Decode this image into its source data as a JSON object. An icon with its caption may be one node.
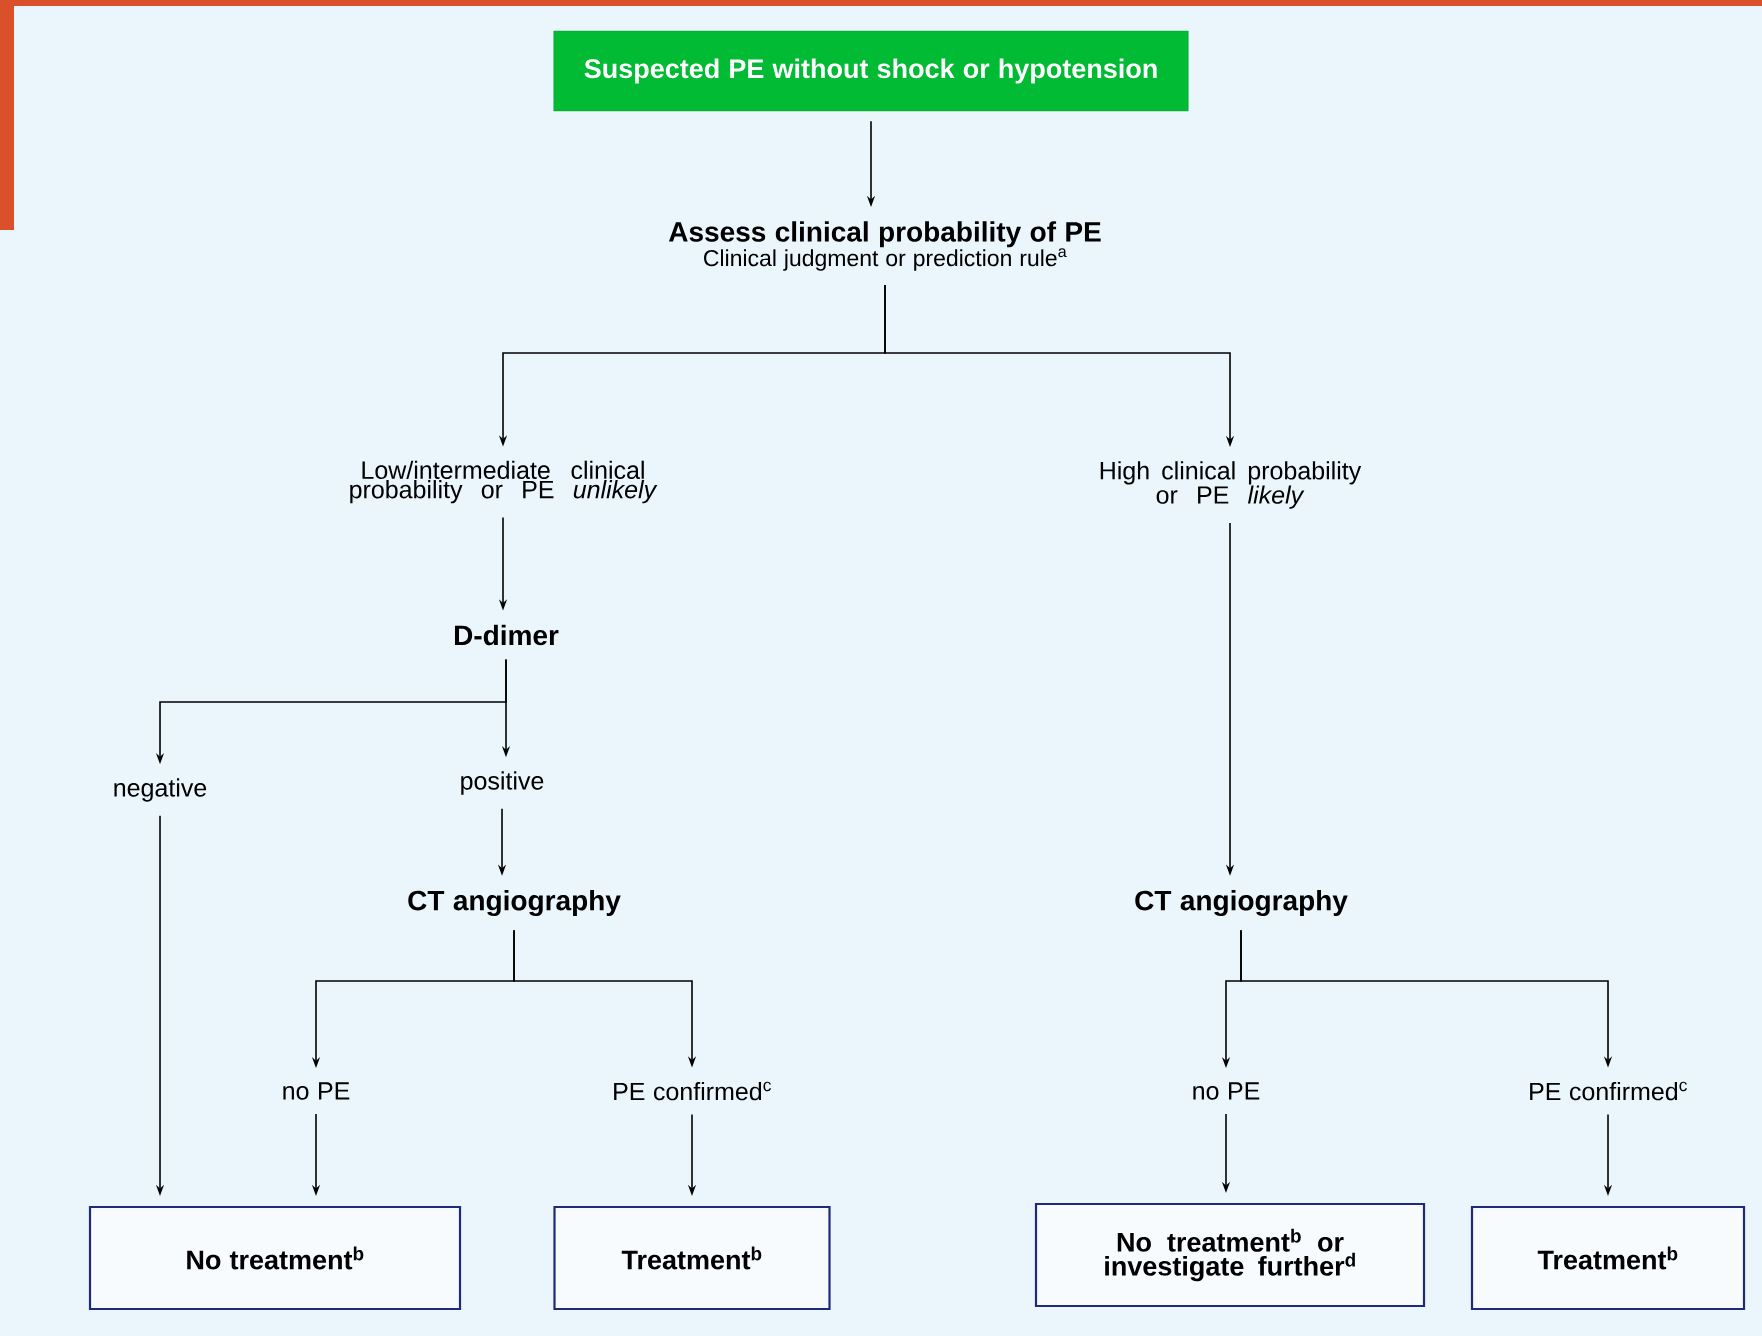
{
  "diagram": {
    "nodes": [
      {
        "text": [
          "Suspected PE without shock or hypotension"
        ]
      },
      {
        "text": [
          "Assess clinical probability of PE",
          "Clinical judgment or prediction rule$^{a}$"
        ]
      },
      {
        "text": [
          "Low/intermediate clinical probability or PE *unlikely*"
        ]
      },
      {
        "text": [
          "High clinical probability or PE *likely*"
        ]
      },
      {
        "text": [
          "D-dimer"
        ]
      },
      {
        "text": [
          "negative"
        ]
      },
      {
        "text": [
          "positive"
        ]
      },
      {
        "text": [
          "CT angiography"
        ]
      },
      {
        "text": [
          "CT angiography"
        ]
      },
      {
        "text": [
          "no PE"
        ]
      },
      {
        "text": [
          "PE confirmed$^{c}$"
        ]
      },
      {
        "text": [
          "no PE"
        ]
      },
      {
        "text": [
          "PE confirmed$^{c}$"
        ]
      },
      {
        "text": [
          "No treatment$^{b}$"
        ]
      },
      {
        "text": [
          "Treatment$^{b}$"
        ]
      },
      {
        "text": [
          "No treatment$^{b}$ or investigate further$^{d}$"
        ]
      },
      {
        "text": [
          "Treatment$^{b}$"
        ]
      }
    ],
    "edges": [
      {
        "from": 0,
        "to": 1,
        "arrow": "to"
      },
      {
        "from": 1,
        "to": 2,
        "arrow": "to"
      },
      {
        "from": 1,
        "to": 3,
        "arrow": "to"
      },
      {
        "from": 2,
        "to": 4,
        "arrow": "to"
      },
      {
        "from": 4,
        "to": 5,
        "arrow": "to"
      },
      {
        "from": 4,
        "to": 6,
        "arrow": "to"
      },
      {
        "from": 6,
        "to": 7,
        "arrow": "to"
      },
      {
        "from": 3,
        "to": 8,
        "arrow": "to"
      },
      {
        "from": 7,
        "to": 9,
        "arrow": "to"
      },
      {
        "from": 7,
        "to": 10,
        "arrow": "to"
      },
      {
        "from": 8,
        "to": 11,
        "arrow": "to"
      },
      {
        "from": 8,
        "to": 12,
        "arrow": "to"
      },
      {
        "from": 5,
        "to": 13,
        "arrow": "to"
      },
      {
        "from": 9,
        "to": 13,
        "arrow": "to"
      },
      {
        "from": 10,
        "to": 14,
        "arrow": "to"
      },
      {
        "from": 11,
        "to": 15,
        "arrow": "to"
      },
      {
        "from": 12,
        "to": 16,
        "arrow": "to"
      }
    ]
  }
}
